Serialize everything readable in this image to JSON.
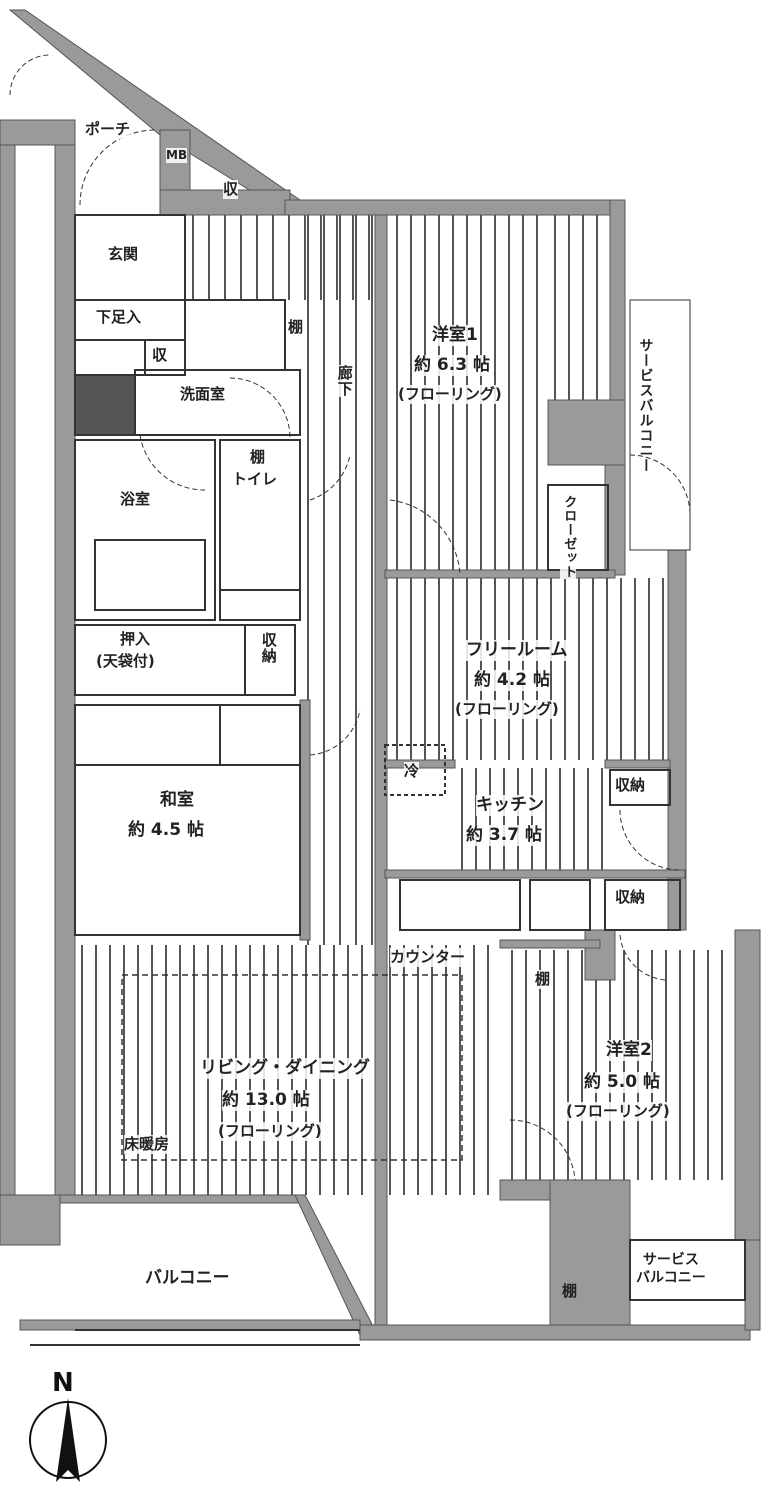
{
  "title": "Floor plan",
  "rooms": {
    "porch": "ポーチ",
    "mb": "MB",
    "storage_top": "収",
    "entrance": "玄関",
    "shoe_cabinet": "下足入",
    "storage_small": "収",
    "shelf_washroom": "棚",
    "washroom": "洗面室",
    "hallway": "廊下",
    "toilet_shelf": "棚",
    "toilet": "トイレ",
    "bathroom": "浴室",
    "oshiire": "押入",
    "oshiire_note": "(天袋付)",
    "storage_hall": "収納",
    "washitsu": "和室",
    "washitsu_size": "約 4.5 帖",
    "western1": "洋室1",
    "western1_size": "約 6.3 帖",
    "western1_floor": "(フローリング)",
    "service_balcony_top": "サービスバルコニー",
    "closet": "クローゼット",
    "free_room": "フリールーム",
    "free_room_size": "約 4.2 帖",
    "free_room_floor": "(フローリング)",
    "fridge": "冷",
    "kitchen": "キッチン",
    "kitchen_size": "約 3.7 帖",
    "storage_kitchen1": "収納",
    "storage_kitchen2": "収納",
    "counter": "カウンター",
    "shelf_w2": "棚",
    "western2": "洋室2",
    "western2_size": "約 5.0 帖",
    "western2_floor": "(フローリング)",
    "living": "リビング・ダイニング",
    "living_size": "約 13.0 帖",
    "living_floor": "(フローリング)",
    "floor_heating": "床暖房",
    "balcony": "バルコニー",
    "shelf_bottom": "棚",
    "service_balcony_bottom": "サービス\nバルコニー"
  },
  "compass": {
    "label": "N"
  },
  "colors": {
    "wall": "#9a9a9a",
    "line": "#333333",
    "floor_stripe": "#555555"
  }
}
